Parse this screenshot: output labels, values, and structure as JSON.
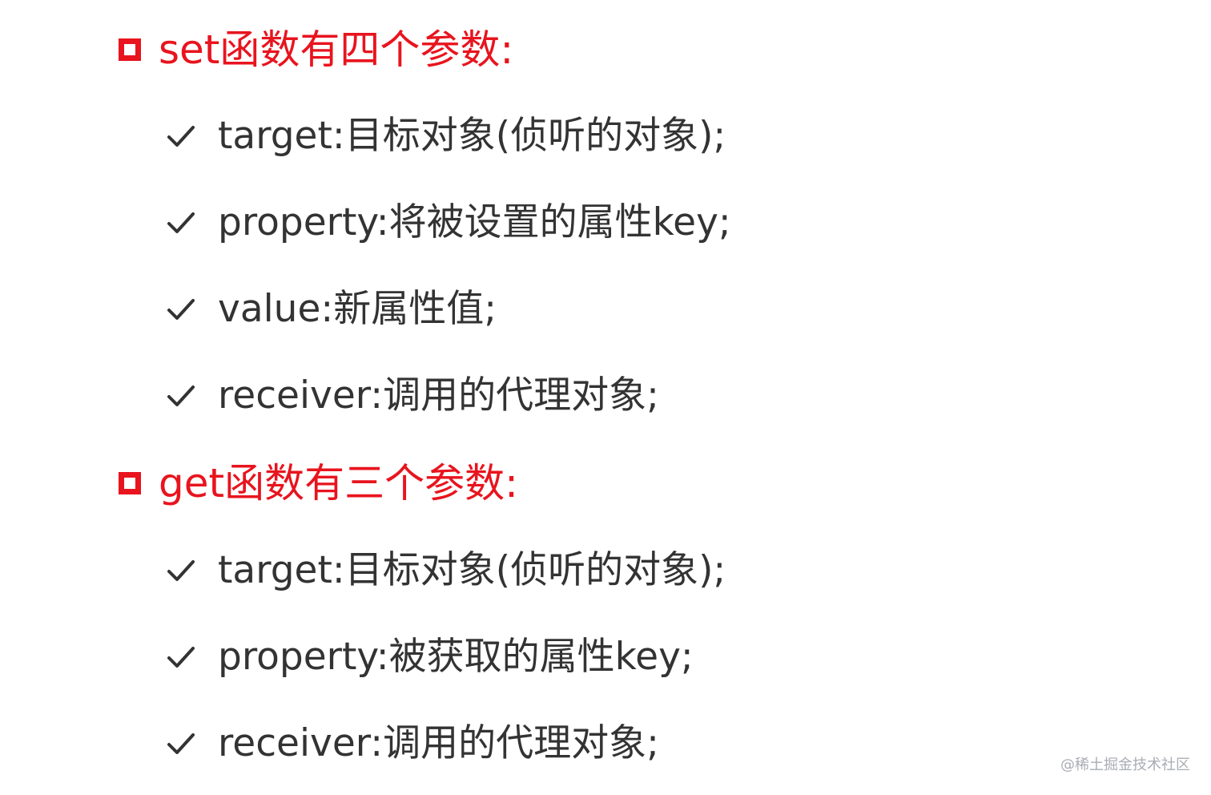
{
  "sections": [
    {
      "heading": "set函数有四个参数:",
      "items": [
        "target:目标对象(侦听的对象);",
        "property:将被设置的属性key;",
        "value:新属性值;",
        "receiver:调用的代理对象;"
      ]
    },
    {
      "heading": "get函数有三个参数:",
      "items": [
        "target:目标对象(侦听的对象);",
        "property:被获取的属性key;",
        "receiver:调用的代理对象;"
      ]
    }
  ],
  "icons": {
    "heading_marker": "hollow-square-icon",
    "bullet_marker": "checkmark-icon"
  },
  "colors": {
    "heading": "#e8141e",
    "body_text": "#333333",
    "watermark": "#a9adb3"
  },
  "watermark": "@稀土掘金技术社区"
}
